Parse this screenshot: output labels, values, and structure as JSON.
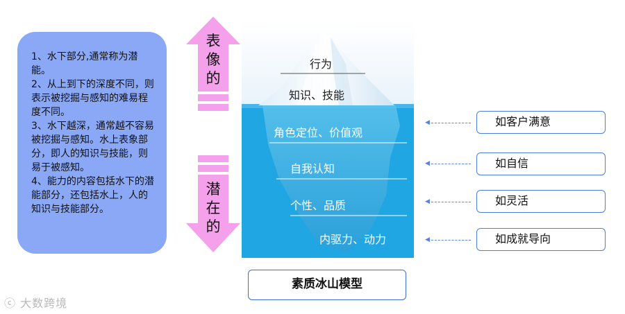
{
  "notes": [
    "1、水下部分,通常称为潜能。",
    "2、从上到下的深度不同，则表示被挖掘与感知的难易程度不同。",
    "3、水下越深，通常越不容易被挖掘与感知。水上表象部分，即人的知识与技能，则易于被感知。",
    "4、能力的内容包括水下的潜能部分，还包括水上，人的知识与技能部分。"
  ],
  "arrow": {
    "top_chars": [
      "表",
      "像",
      "的"
    ],
    "bottom_chars": [
      "潜",
      "在",
      "的"
    ],
    "color": "#f4a0ea"
  },
  "iceberg": {
    "above": [
      "行为",
      "知识、技能"
    ],
    "below": [
      "角色定位、价值观",
      "自我认知",
      "个性、品质",
      "内驱力、动力"
    ],
    "water_color": "#20a6e2"
  },
  "title": "素质冰山模型",
  "examples": [
    "如客户满意",
    "如自信",
    "如灵活",
    "如成就导向"
  ],
  "watermark": "大数跨境"
}
